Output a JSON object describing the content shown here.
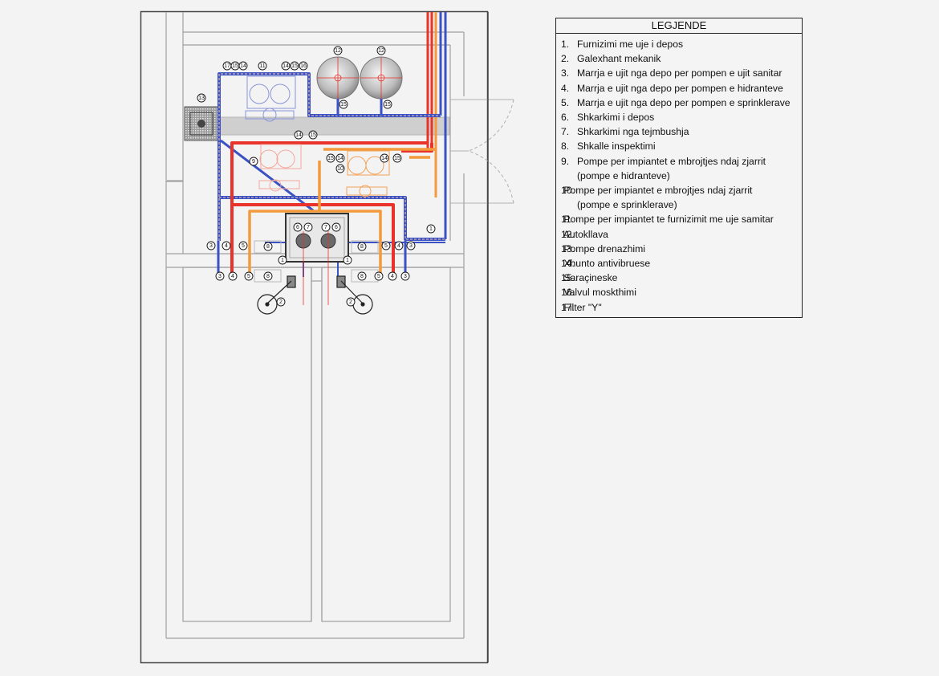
{
  "drawing": {
    "title": "Plumbing plan - pump room",
    "colors": {
      "supply_blue": "#3b52c4",
      "hydrant_red": "#e8322a",
      "sprinkler_orange": "#f39a3c",
      "wall": "#9a9a9a",
      "frame": "#444444",
      "background": "#f3f3f3"
    },
    "callouts": {
      "c1": "1",
      "c2": "2",
      "c3": "3",
      "c4": "4",
      "c5": "5",
      "c6": "6",
      "c7": "7",
      "c8": "8",
      "c9": "9",
      "c10": "10",
      "c11": "11",
      "c12": "12",
      "c13": "13",
      "c14": "14",
      "c15": "15",
      "c16": "16",
      "c17": "17"
    }
  },
  "legend": {
    "title": "LEGJENDE",
    "items": [
      {
        "num": "1.",
        "text": "Furnizimi me uje i depos",
        "cont": ""
      },
      {
        "num": "2.",
        "text": "Galexhant mekanik",
        "cont": ""
      },
      {
        "num": "3.",
        "text": "Marrja e ujit nga depo per pompen e ujit sanitar",
        "cont": ""
      },
      {
        "num": "4.",
        "text": "Marrja e ujit nga depo per pompen e  hidranteve",
        "cont": ""
      },
      {
        "num": "5.",
        "text": "Marrja e ujit nga depo per pompen e  sprinklerave",
        "cont": ""
      },
      {
        "num": "6.",
        "text": "Shkarkimi i depos",
        "cont": ""
      },
      {
        "num": "7.",
        "text": "Shkarkimi nga tejmbushja",
        "cont": ""
      },
      {
        "num": "8.",
        "text": "Shkalle inspektimi",
        "cont": ""
      },
      {
        "num": "9.",
        "text": "Pompe per impiantet e mbrojtjes ndaj zjarrit",
        "cont": "(pompe e hidranteve)"
      },
      {
        "num": "10.",
        "text": "Pompe per impiantet e mbrojtjes ndaj zjarrit",
        "cont": "(pompe e sprinklerave)"
      },
      {
        "num": "11.",
        "text": "Pompe per impiantet te furnizimit me uje samitar",
        "cont": ""
      },
      {
        "num": "12.",
        "text": "Autokllava",
        "cont": ""
      },
      {
        "num": "13.",
        "text": "Pompe drenazhimi",
        "cont": ""
      },
      {
        "num": "14.",
        "text": "Xhunto antivibruese",
        "cont": ""
      },
      {
        "num": "15.",
        "text": "Saraçineske",
        "cont": ""
      },
      {
        "num": "16.",
        "text": "Valvul moskthimi",
        "cont": ""
      },
      {
        "num": "17.",
        "text": "Filter \"Y\"",
        "cont": ""
      }
    ]
  }
}
